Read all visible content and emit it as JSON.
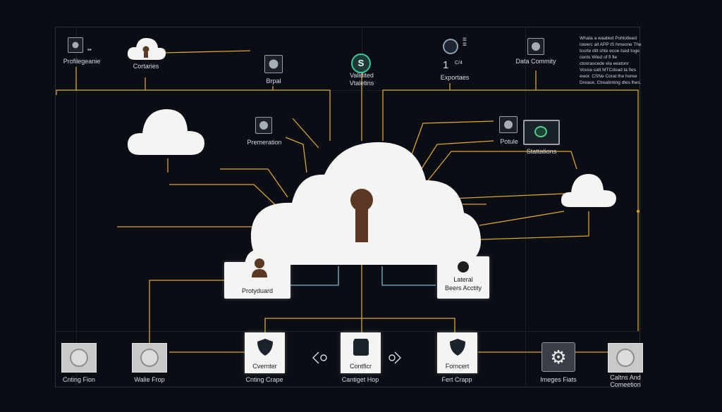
{
  "top_nodes": [
    {
      "id": "prefs",
      "label": "Profilegeanie"
    },
    {
      "id": "cortex",
      "label": "Cortaries"
    },
    {
      "id": "brpl",
      "label": "Brpal"
    },
    {
      "id": "validated",
      "label": "Validited\nVtaletins"
    },
    {
      "id": "exporters",
      "label": "Exportaes"
    },
    {
      "id": "datacomm",
      "label": "Data Commity"
    }
  ],
  "exporters_badge": "C/4",
  "validated_letter": "S",
  "note_text": "Whata a waatied Pohlotleed lowerc all APP IS hmeone The tcorte dilt shte ecoe tsed toge cents Wled of fl fie ctoorascede ela eeatonr Vouse catt MTCdoad ta fies ewor. CSNe Corat the horee Drease, Ctreatinting dtes lhes.",
  "mid_nodes": {
    "premeration": "Premeration",
    "potule": "Potule",
    "stattations": "Stattations"
  },
  "center_boxes": {
    "protyduard": "Protyduard",
    "lateral_line1": "Lateral",
    "lateral_line2": "Beers Acctity"
  },
  "shield_boxes": [
    {
      "label": "Cvernter",
      "caption": "Cnting Crape"
    },
    {
      "label": "Contficr",
      "caption": "Cantiget Hop"
    },
    {
      "label": "Forncert",
      "caption": "Fert Crapp"
    }
  ],
  "bottom_tiles": [
    {
      "caption": "Cnting Fion"
    },
    {
      "caption": "Walie Frop"
    },
    {
      "caption": "Imeges Fiats"
    },
    {
      "caption": "Caltns And\nComeetion"
    }
  ],
  "colors": {
    "wire": "#d6a533",
    "wire_blue": "#7fb6cc",
    "background": "#0a0d13"
  }
}
